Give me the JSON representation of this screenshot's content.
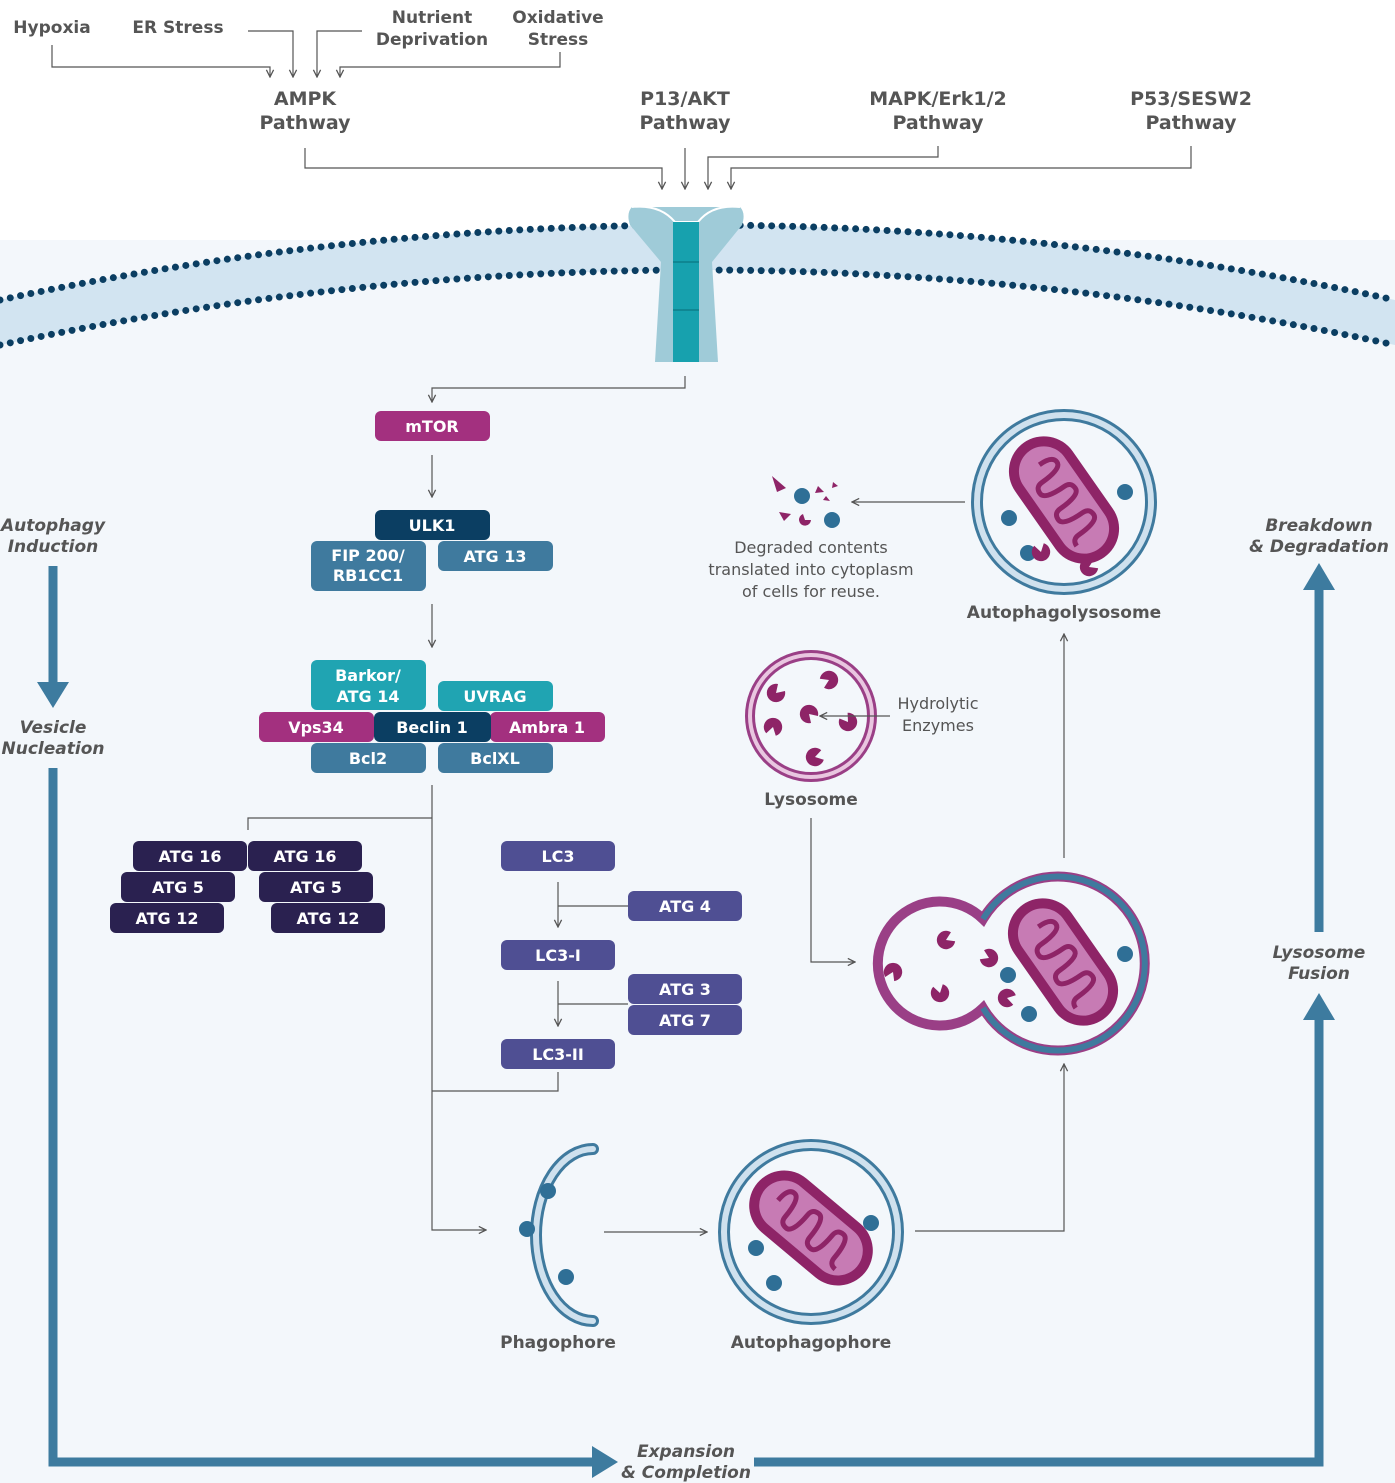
{
  "stressors": {
    "hypoxia": "Hypoxia",
    "er_stress": "ER Stress",
    "nutrient": [
      "Nutrient",
      "Deprivation"
    ],
    "oxidative": [
      "Oxidative",
      "Stress"
    ]
  },
  "pathways": {
    "ampk": [
      "AMPK",
      "Pathway"
    ],
    "pi3k": [
      "P13/AKT",
      "Pathway"
    ],
    "mapk": [
      "MAPK/Erk1/2",
      "Pathway"
    ],
    "p53": [
      "P53/SESW2",
      "Pathway"
    ]
  },
  "proteins": {
    "mtor": "mTOR",
    "ulk1": "ULK1",
    "fip200": [
      "FIP 200/",
      "RB1CC1"
    ],
    "atg13": "ATG 13",
    "barkor": [
      "Barkor/",
      "ATG 14"
    ],
    "uvrag": "UVRAG",
    "vps34": "Vps34",
    "beclin1": "Beclin 1",
    "ambra1": "Ambra 1",
    "bcl2": "Bcl2",
    "bclxl": "BclXL",
    "atg16": "ATG 16",
    "atg5": "ATG 5",
    "atg12": "ATG 12",
    "lc3": "LC3",
    "atg4": "ATG 4",
    "lc3i": "LC3-I",
    "atg3": "ATG 3",
    "atg7": "ATG 7",
    "lc3ii": "LC3-II"
  },
  "structures": {
    "phagophore": "Phagophore",
    "autophagophore": "Autophagophore",
    "lysosome": "Lysosome",
    "autophagolysosome": "Autophagolysosome",
    "hydrolytic": [
      "Hydrolytic",
      "Enzymes"
    ],
    "degraded": [
      "Degraded contents",
      "translated into cytoplasm",
      "of cells for reuse."
    ]
  },
  "stages": {
    "induction": [
      "Autophagy",
      "Induction"
    ],
    "nucleation": [
      "Vesicle",
      "Nucleation"
    ],
    "expansion": [
      "Expansion",
      "& Completion"
    ],
    "fusion": [
      "Lysosome",
      "Fusion"
    ],
    "breakdown": [
      "Breakdown",
      "& Degradation"
    ]
  },
  "colors": {
    "magenta": "#a3307f",
    "navy": "#0b3e62",
    "steel": "#3f7a9e",
    "teal": "#20a4b2",
    "dark_purple": "#2a2150",
    "slate_purple": "#4f4f93",
    "arrow_blue": "#3d7b9f"
  }
}
